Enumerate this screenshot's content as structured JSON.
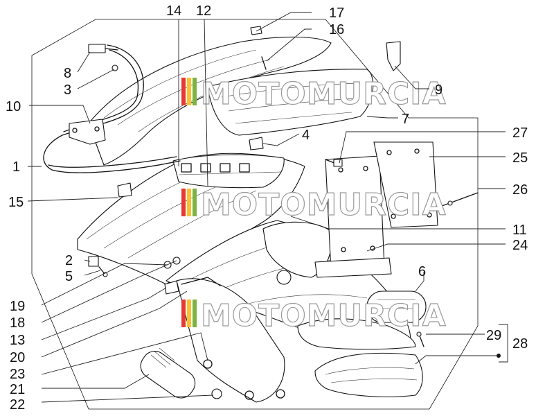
{
  "colors": {
    "line": "#111111",
    "watermark_outline": "#9a9a9a",
    "watermark_stripe_1": "#e53935",
    "watermark_stripe_2": "#fbc02d",
    "watermark_stripe_3": "#7cb342",
    "background": "#ffffff"
  },
  "watermark": {
    "text": "MOTOMURCIA"
  },
  "callouts": {
    "c1": "1",
    "c2": "2",
    "c3": "3",
    "c4": "4",
    "c5": "5",
    "c6": "6",
    "c7": "7",
    "c8": "8",
    "c9": "9",
    "c10": "10",
    "c11": "11",
    "c12": "12",
    "c13": "13",
    "c14": "14",
    "c15": "15",
    "c16": "16",
    "c17": "17",
    "c18": "18",
    "c19": "19",
    "c20": "20",
    "c21": "21",
    "c22": "22",
    "c23": "23",
    "c24": "24",
    "c25": "25",
    "c26": "26",
    "c27": "27",
    "c28": "28",
    "c29": "29"
  }
}
